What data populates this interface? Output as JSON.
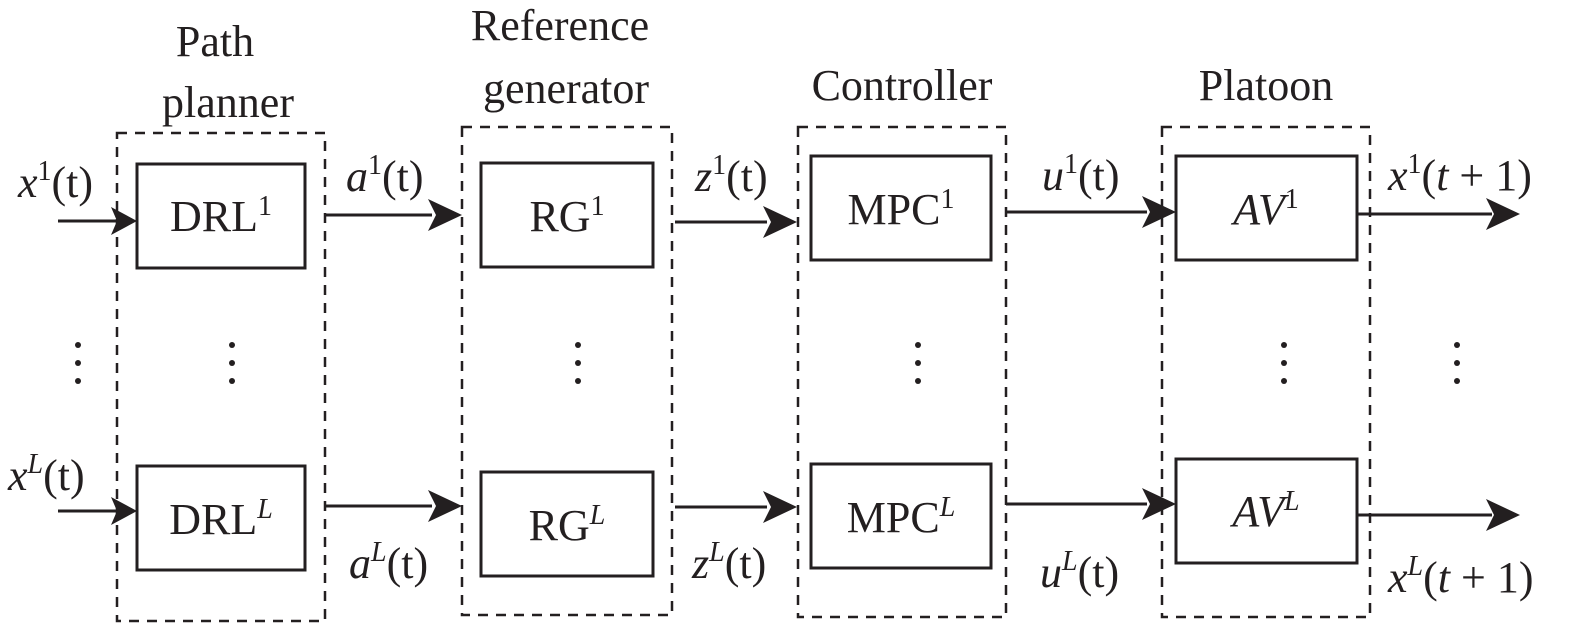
{
  "stages": [
    {
      "id": "path-planner",
      "title_lines": [
        "Path",
        "planner"
      ],
      "top_block": {
        "base": "DRL",
        "sup": "1"
      },
      "bottom_block": {
        "base": "DRL",
        "sup": "L"
      }
    },
    {
      "id": "reference-generator",
      "title_lines": [
        "Reference",
        "generator"
      ],
      "top_block": {
        "base": "RG",
        "sup": "1"
      },
      "bottom_block": {
        "base": "RG",
        "sup": "L"
      }
    },
    {
      "id": "controller",
      "title_lines": [
        "Controller"
      ],
      "top_block": {
        "base": "MPC",
        "sup": "1"
      },
      "bottom_block": {
        "base": "MPC",
        "sup": "L"
      }
    },
    {
      "id": "platoon",
      "title_lines": [
        "Platoon"
      ],
      "top_block": {
        "base": "AV",
        "sup": "1"
      },
      "bottom_block": {
        "base": "AV",
        "sup": "L"
      }
    }
  ],
  "signals": {
    "input_top": {
      "var": "x",
      "sup": "1",
      "arg": "(t)"
    },
    "input_bottom": {
      "var": "x",
      "sup": "L",
      "arg": "(t)"
    },
    "a_top": {
      "var": "a",
      "sup": "1",
      "arg": "(t)"
    },
    "a_bottom": {
      "var": "a",
      "sup": "L",
      "arg": "(t)"
    },
    "z_top": {
      "var": "z",
      "sup": "1",
      "arg": "(t)"
    },
    "z_bottom": {
      "var": "z",
      "sup": "L",
      "arg": "(t)"
    },
    "u_top": {
      "var": "u",
      "sup": "1",
      "arg": "(t)"
    },
    "u_bottom": {
      "var": "u",
      "sup": "L",
      "arg": "(t)"
    },
    "output_top": {
      "var": "x",
      "sup": "1",
      "arg_open": "(",
      "arg_t": "t",
      "arg_rest": " + 1)"
    },
    "output_bottom": {
      "var": "x",
      "sup": "L",
      "arg_open": "(",
      "arg_t": "t",
      "arg_rest": " + 1)"
    }
  },
  "ellipsis": "⋮"
}
